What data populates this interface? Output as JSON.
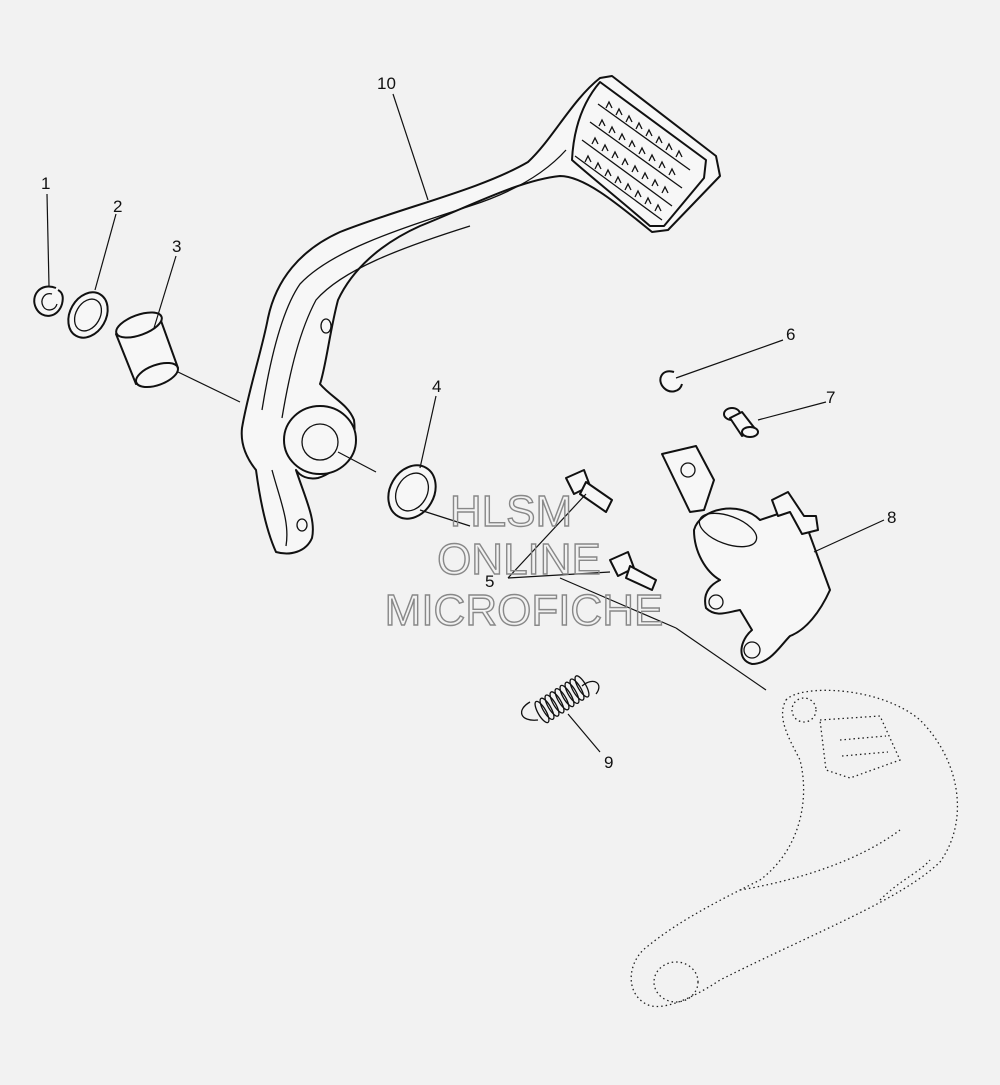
{
  "watermark": {
    "line1": "HLSM",
    "line2": "ONLINE",
    "line3": "MICROFICHE"
  },
  "callouts": {
    "c1": "1",
    "c2": "2",
    "c3": "3",
    "c4": "4",
    "c5": "5",
    "c6": "6",
    "c7": "7",
    "c8": "8",
    "c9": "9",
    "c10": "10"
  }
}
